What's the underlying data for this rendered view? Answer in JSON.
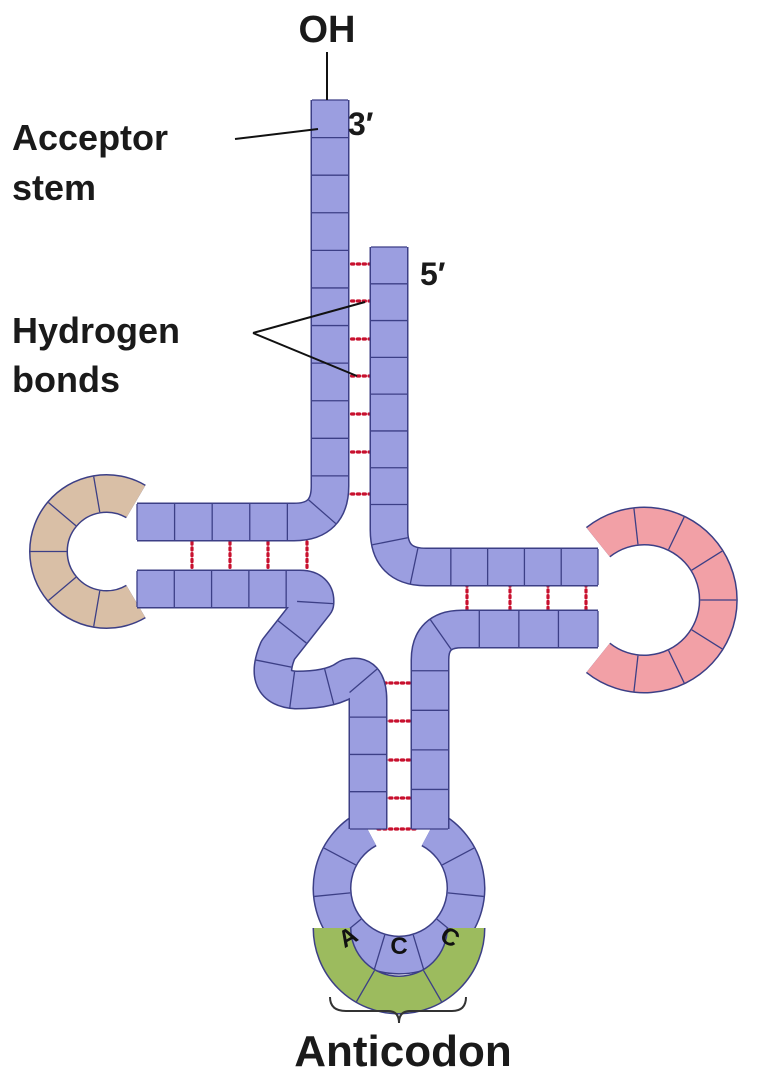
{
  "labels": {
    "hydroxyl": "OH",
    "three_prime": "3′",
    "five_prime": "5′",
    "acceptor_stem_line1": "Acceptor",
    "acceptor_stem_line2": "stem",
    "hydrogen_bonds_line1": "Hydrogen",
    "hydrogen_bonds_line2": "bonds",
    "anticodon": "Anticodon"
  },
  "anticodon_bases": [
    "A",
    "C",
    "C"
  ],
  "colors": {
    "backbone": "#9b9ee0",
    "backbone_stroke": "#3c3f86",
    "d_loop": "#d9bfa6",
    "t_loop": "#f2a0a6",
    "anticodon": "#9cbb5e",
    "hydrogen_bond": "#c8102e",
    "label": "#1a1a1a"
  }
}
